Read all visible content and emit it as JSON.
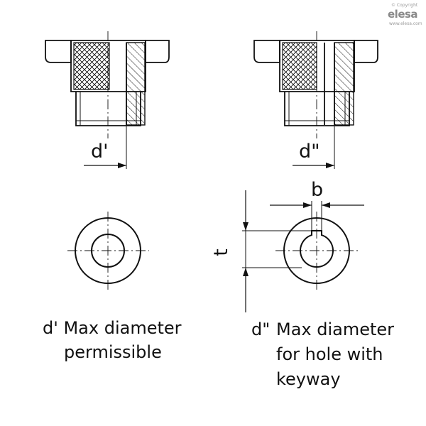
{
  "watermark": {
    "copyright": "© Copyright",
    "brand": "elesa",
    "url": "www.elesa.com"
  },
  "labels": {
    "d_prime": "d'",
    "d_double": "d\"",
    "b": "b",
    "t": "t"
  },
  "captions": {
    "left_line1": "d' Max diameter",
    "left_line2": "permissible",
    "right_symbol": "d\"",
    "right_line1": "Max diameter",
    "right_line2": "for hole with",
    "right_line3": "keyway"
  }
}
